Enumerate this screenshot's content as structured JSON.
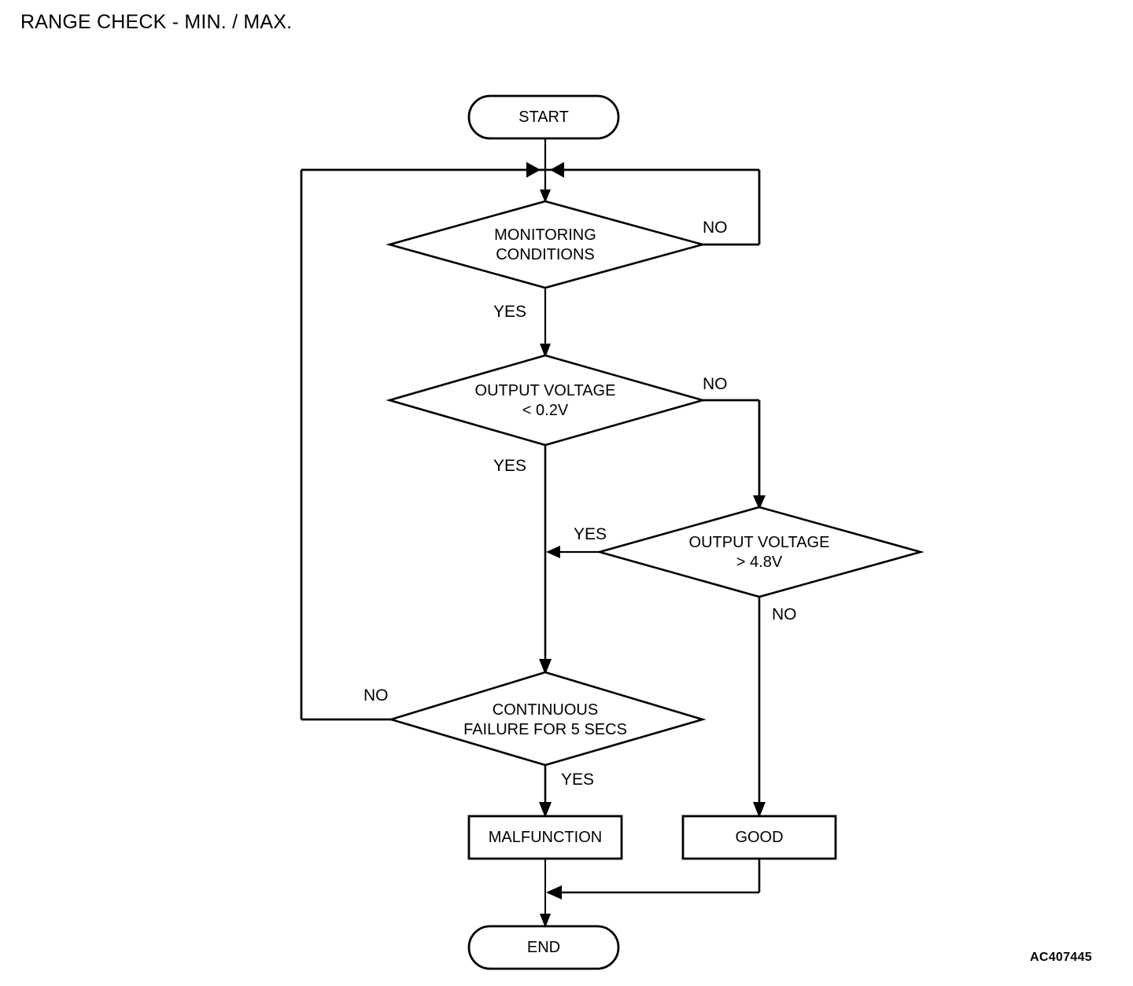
{
  "title": "RANGE CHECK - MIN. / MAX.",
  "reference_code": "AC407445",
  "colors": {
    "stroke": "#000000",
    "background": "#ffffff",
    "text": "#000000"
  },
  "diagram": {
    "type": "flowchart",
    "nodes": [
      {
        "id": "start",
        "shape": "terminator",
        "label": "START"
      },
      {
        "id": "monitor",
        "shape": "decision",
        "label": "MONITORING\nCONDITIONS",
        "line1": "MONITORING",
        "line2": "CONDITIONS"
      },
      {
        "id": "volt_low",
        "shape": "decision",
        "label": "OUTPUT VOLTAGE\n< 0.2V",
        "line1": "OUTPUT VOLTAGE",
        "line2": "< 0.2V"
      },
      {
        "id": "volt_high",
        "shape": "decision",
        "label": "OUTPUT VOLTAGE\n> 4.8V",
        "line1": "OUTPUT VOLTAGE",
        "line2": "> 4.8V"
      },
      {
        "id": "cont_fail",
        "shape": "decision",
        "label": "CONTINUOUS\nFAILURE FOR 5 SECS",
        "line1": "CONTINUOUS",
        "line2": "FAILURE FOR 5 SECS"
      },
      {
        "id": "malfunction",
        "shape": "process",
        "label": "MALFUNCTION"
      },
      {
        "id": "good",
        "shape": "process",
        "label": "GOOD"
      },
      {
        "id": "end",
        "shape": "terminator",
        "label": "END"
      }
    ],
    "edges": [
      {
        "from": "start",
        "to": "monitor",
        "label": ""
      },
      {
        "from": "monitor",
        "to": "monitor",
        "label": "NO",
        "note": "loops back to junction above MONITORING CONDITIONS"
      },
      {
        "from": "monitor",
        "to": "volt_low",
        "label": "YES"
      },
      {
        "from": "volt_low",
        "to": "volt_high",
        "label": "NO"
      },
      {
        "from": "volt_low",
        "to": "cont_fail",
        "label": "YES"
      },
      {
        "from": "volt_high",
        "to": "cont_fail",
        "label": "YES"
      },
      {
        "from": "volt_high",
        "to": "good",
        "label": "NO"
      },
      {
        "from": "cont_fail",
        "to": "monitor",
        "label": "NO",
        "note": "loops back to junction above MONITORING CONDITIONS"
      },
      {
        "from": "cont_fail",
        "to": "malfunction",
        "label": "YES"
      },
      {
        "from": "malfunction",
        "to": "end",
        "label": ""
      },
      {
        "from": "good",
        "to": "end",
        "label": ""
      }
    ],
    "edge_labels": {
      "monitor_no": "NO",
      "monitor_yes": "YES",
      "volt_low_no": "NO",
      "volt_low_yes": "YES",
      "volt_high_yes": "YES",
      "volt_high_no": "NO",
      "cont_fail_no": "NO",
      "cont_fail_yes": "YES"
    }
  }
}
